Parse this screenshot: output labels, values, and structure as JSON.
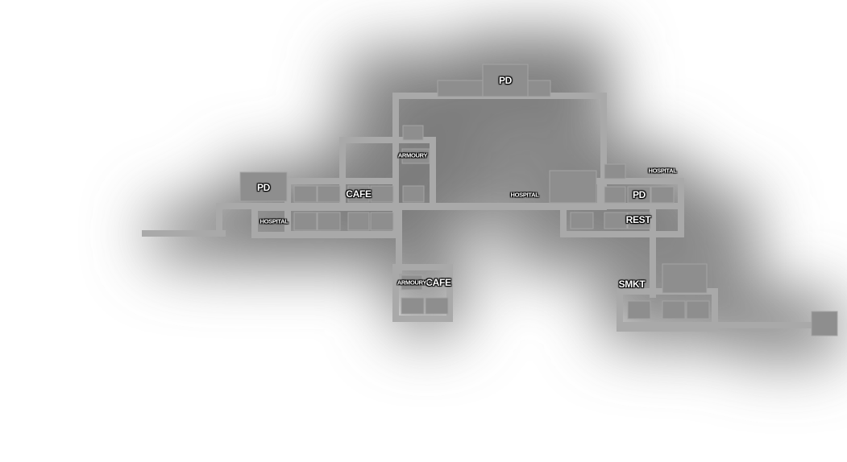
{
  "map": {
    "colors": {
      "background": "#ffffff",
      "fog": "#7a7a7a",
      "road": "#a9a9a9",
      "block": "#8e8e8e",
      "block_outline": "#a4a4a4",
      "label_text": "#ffffff",
      "label_outline": "#000000"
    },
    "labels": {
      "pd_top": "PD",
      "pd_left": "PD",
      "pd_right": "PD",
      "cafe_center": "CAFE",
      "cafe_south": "CAFE",
      "armoury_north": "ARMOURY",
      "armoury_south": "ARMOURY",
      "hospital_left": "HOSPITAL",
      "hospital_center": "HOSPITAL",
      "hospital_right": "HOSPITAL",
      "rest": "REST",
      "smkt": "SMKT"
    }
  }
}
